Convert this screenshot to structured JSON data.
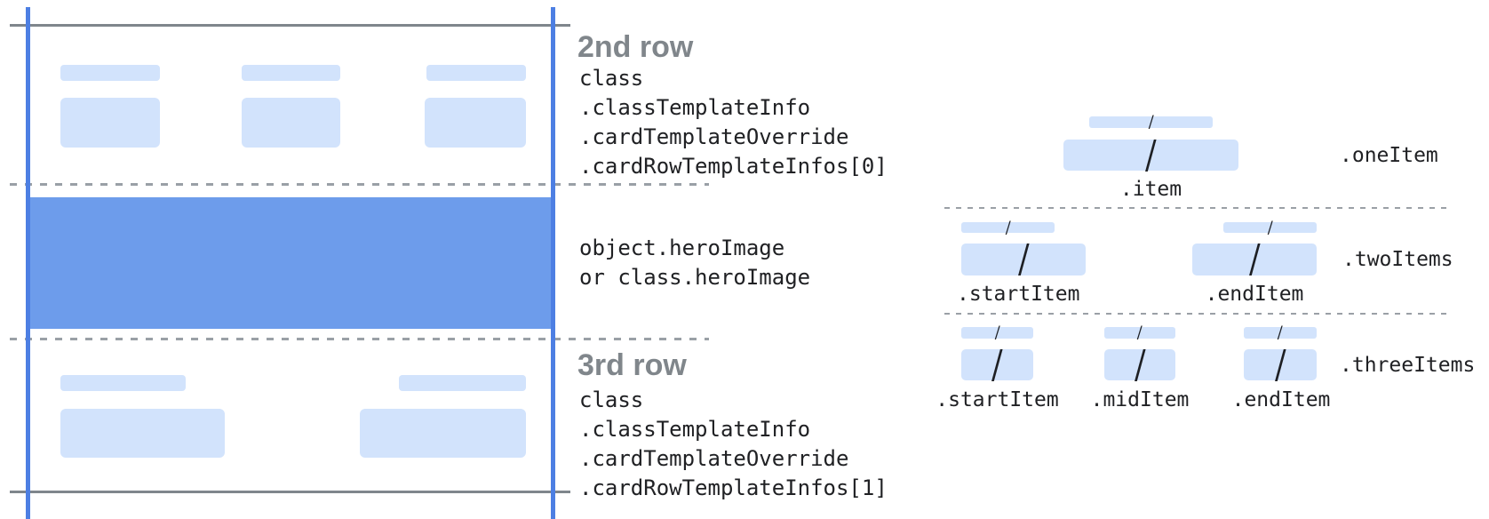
{
  "annotations": {
    "second_row": {
      "title": "2nd row",
      "code": [
        "class",
        ".classTemplateInfo",
        ".cardTemplateOverride",
        ".cardRowTemplateInfos[0]"
      ]
    },
    "hero": {
      "code": [
        "object.heroImage",
        "or class.heroImage"
      ]
    },
    "third_row": {
      "title": "3rd row",
      "code": [
        "class",
        ".classTemplateInfo",
        ".cardTemplateOverride",
        ".cardRowTemplateInfos[1]"
      ]
    }
  },
  "items_diagram": {
    "slash": "/",
    "groups": [
      {
        "name": ".oneItem",
        "items": [
          {
            "label": ".item"
          }
        ]
      },
      {
        "name": ".twoItems",
        "items": [
          {
            "label": ".startItem"
          },
          {
            "label": ".endItem"
          }
        ]
      },
      {
        "name": ".threeItems",
        "items": [
          {
            "label": ".startItem"
          },
          {
            "label": ".midItem"
          },
          {
            "label": ".endItem"
          }
        ]
      }
    ]
  },
  "colors": {
    "placeholder_blue": "#d2e3fc",
    "hero_blue": "#6d9ceb",
    "edge_guide_blue": "#4d7fe3",
    "solid_line_gray": "#7f868c",
    "dashed_line_gray": "#9aa0a6",
    "heading_gray": "#80868b",
    "code_text": "#202124"
  }
}
